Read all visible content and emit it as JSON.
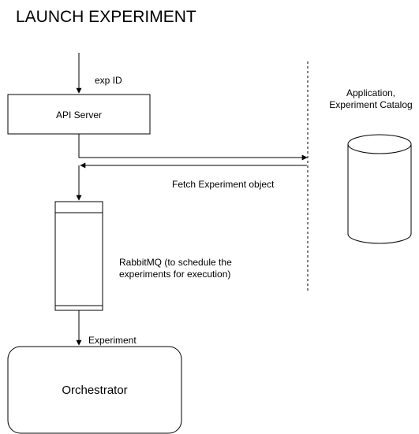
{
  "title": "LAUNCH EXPERIMENT",
  "labels": {
    "exp_id": "exp ID",
    "api_server": "API Server",
    "catalog_line1": "Application,",
    "catalog_line2": "Experiment Catalog",
    "fetch": "Fetch Experiment object",
    "rabbitmq_line1": "RabbitMQ (to schedule the",
    "rabbitmq_line2": "experiments for execution)",
    "experiment_edge": "Experiment",
    "orchestrator": "Orchestrator"
  },
  "colors": {
    "stroke": "#000000",
    "background": "#ffffff"
  }
}
